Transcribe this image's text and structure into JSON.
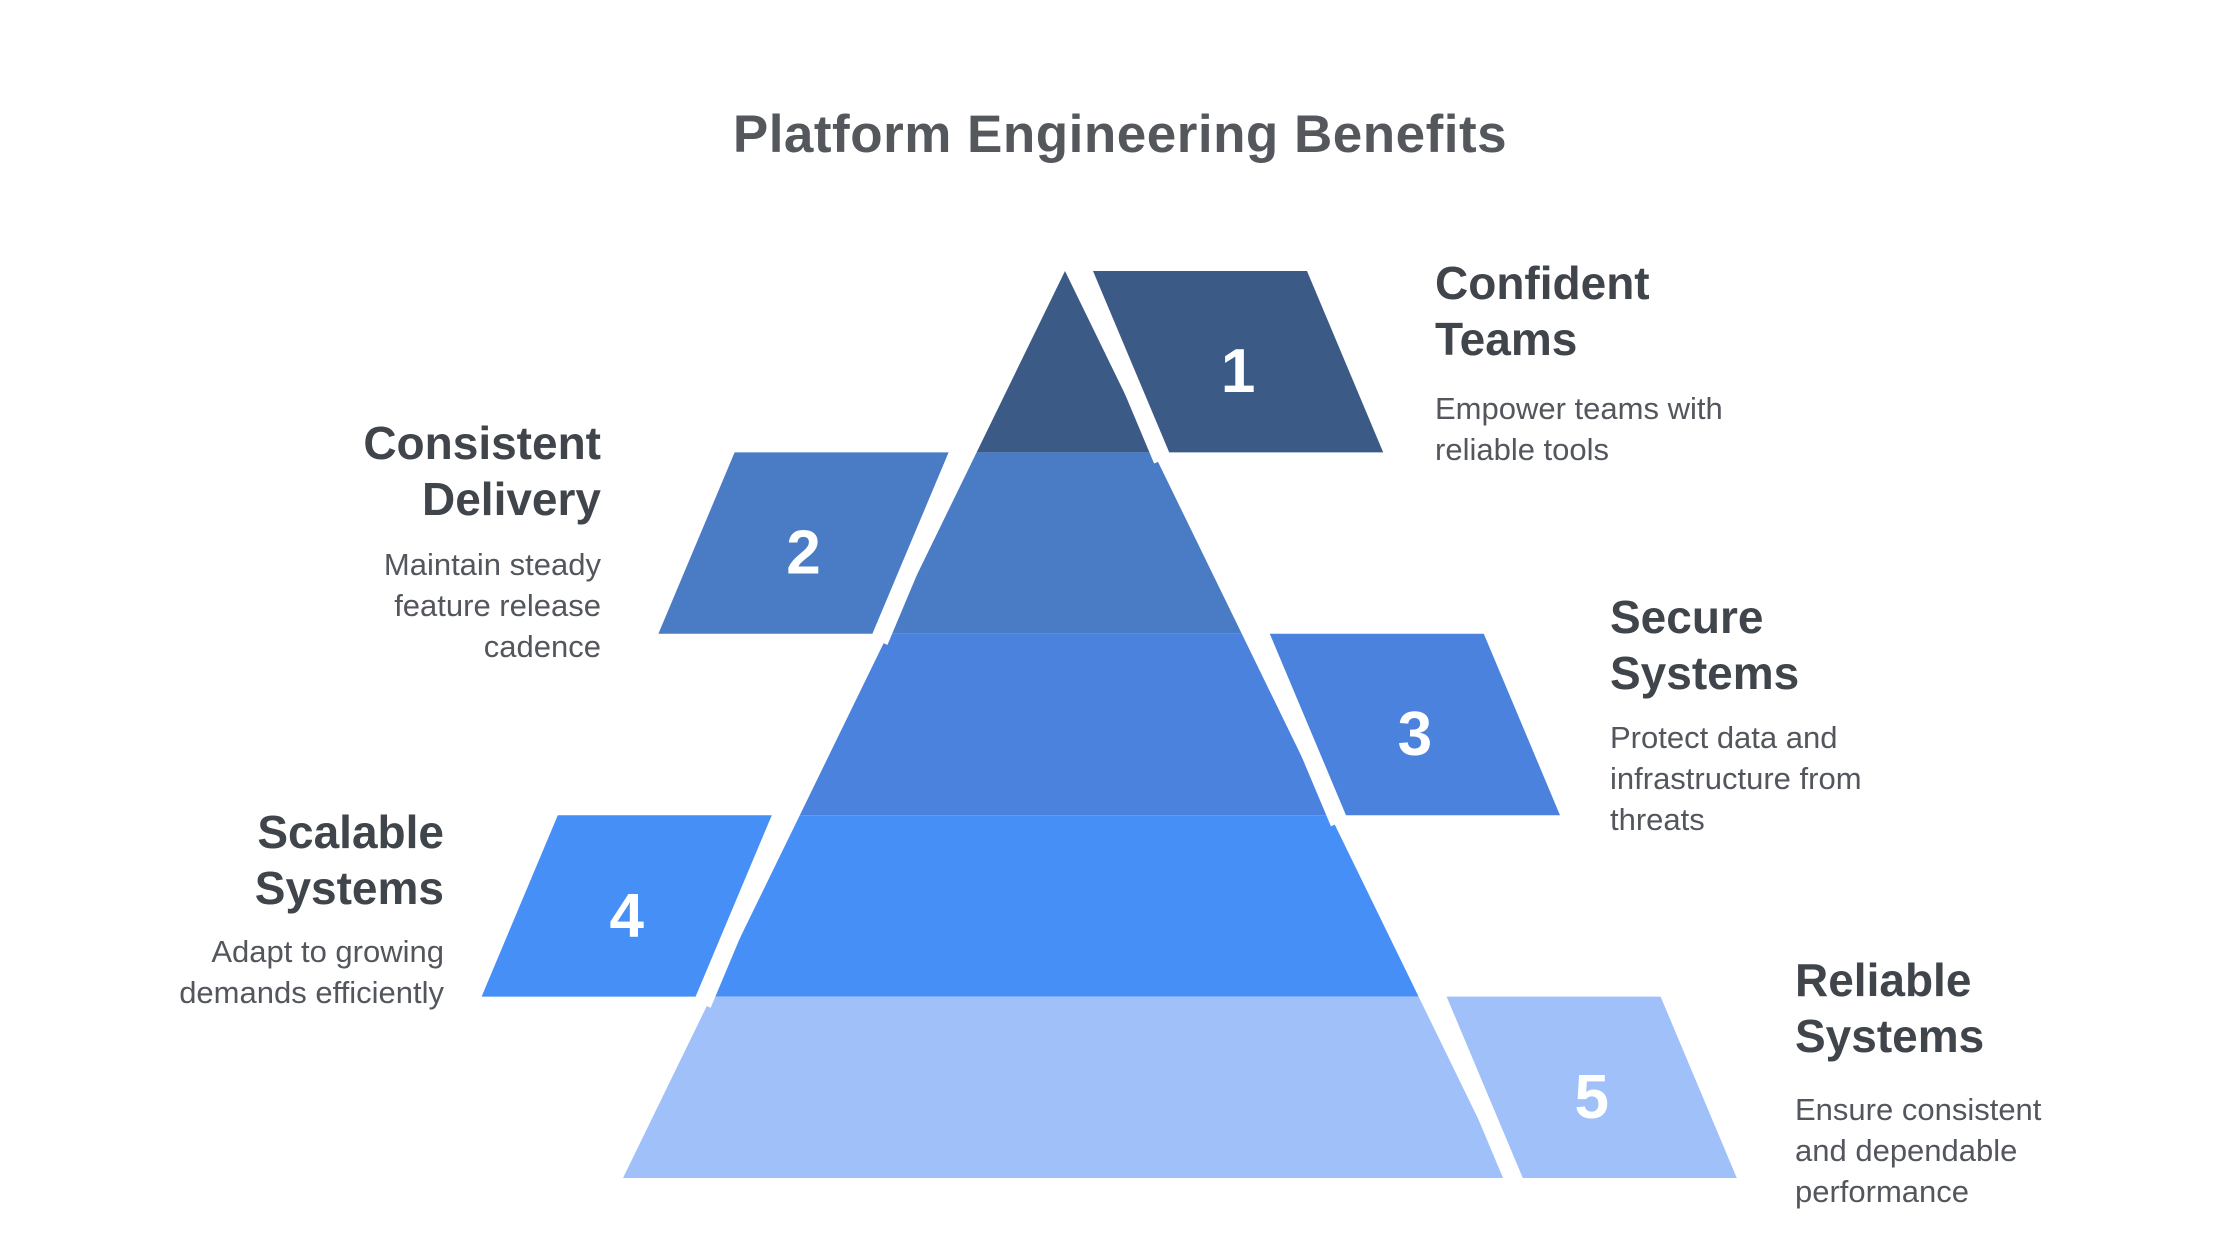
{
  "title": "Platform Engineering Benefits",
  "colors": {
    "background": "#ffffff",
    "title_text": "#54585d",
    "heading_text": "#40454b",
    "body_text": "#53575d",
    "number_text": "#ffffff",
    "divider": "#ffffff"
  },
  "tiers": [
    {
      "number": "1",
      "side": "right",
      "color": "#3c5a86",
      "heading_lines": [
        "Confident",
        "Teams"
      ],
      "body_lines": [
        "Empower teams with",
        "reliable tools"
      ]
    },
    {
      "number": "2",
      "side": "left",
      "color": "#4a7bc5",
      "heading_lines": [
        "Consistent",
        "Delivery"
      ],
      "body_lines": [
        "Maintain steady",
        "feature release",
        "cadence"
      ]
    },
    {
      "number": "3",
      "side": "right",
      "color": "#4a82dd",
      "heading_lines": [
        "Secure",
        "Systems"
      ],
      "body_lines": [
        "Protect data and",
        "infrastructure from",
        "threats"
      ]
    },
    {
      "number": "4",
      "side": "left",
      "color": "#458ff7",
      "heading_lines": [
        "Scalable",
        "Systems"
      ],
      "body_lines": [
        "Adapt to growing",
        "demands efficiently"
      ]
    },
    {
      "number": "5",
      "side": "right",
      "color": "#9fc0f9",
      "heading_lines": [
        "Reliable",
        "Systems"
      ],
      "body_lines": [
        "Ensure consistent",
        "and dependable",
        "performance"
      ]
    }
  ]
}
